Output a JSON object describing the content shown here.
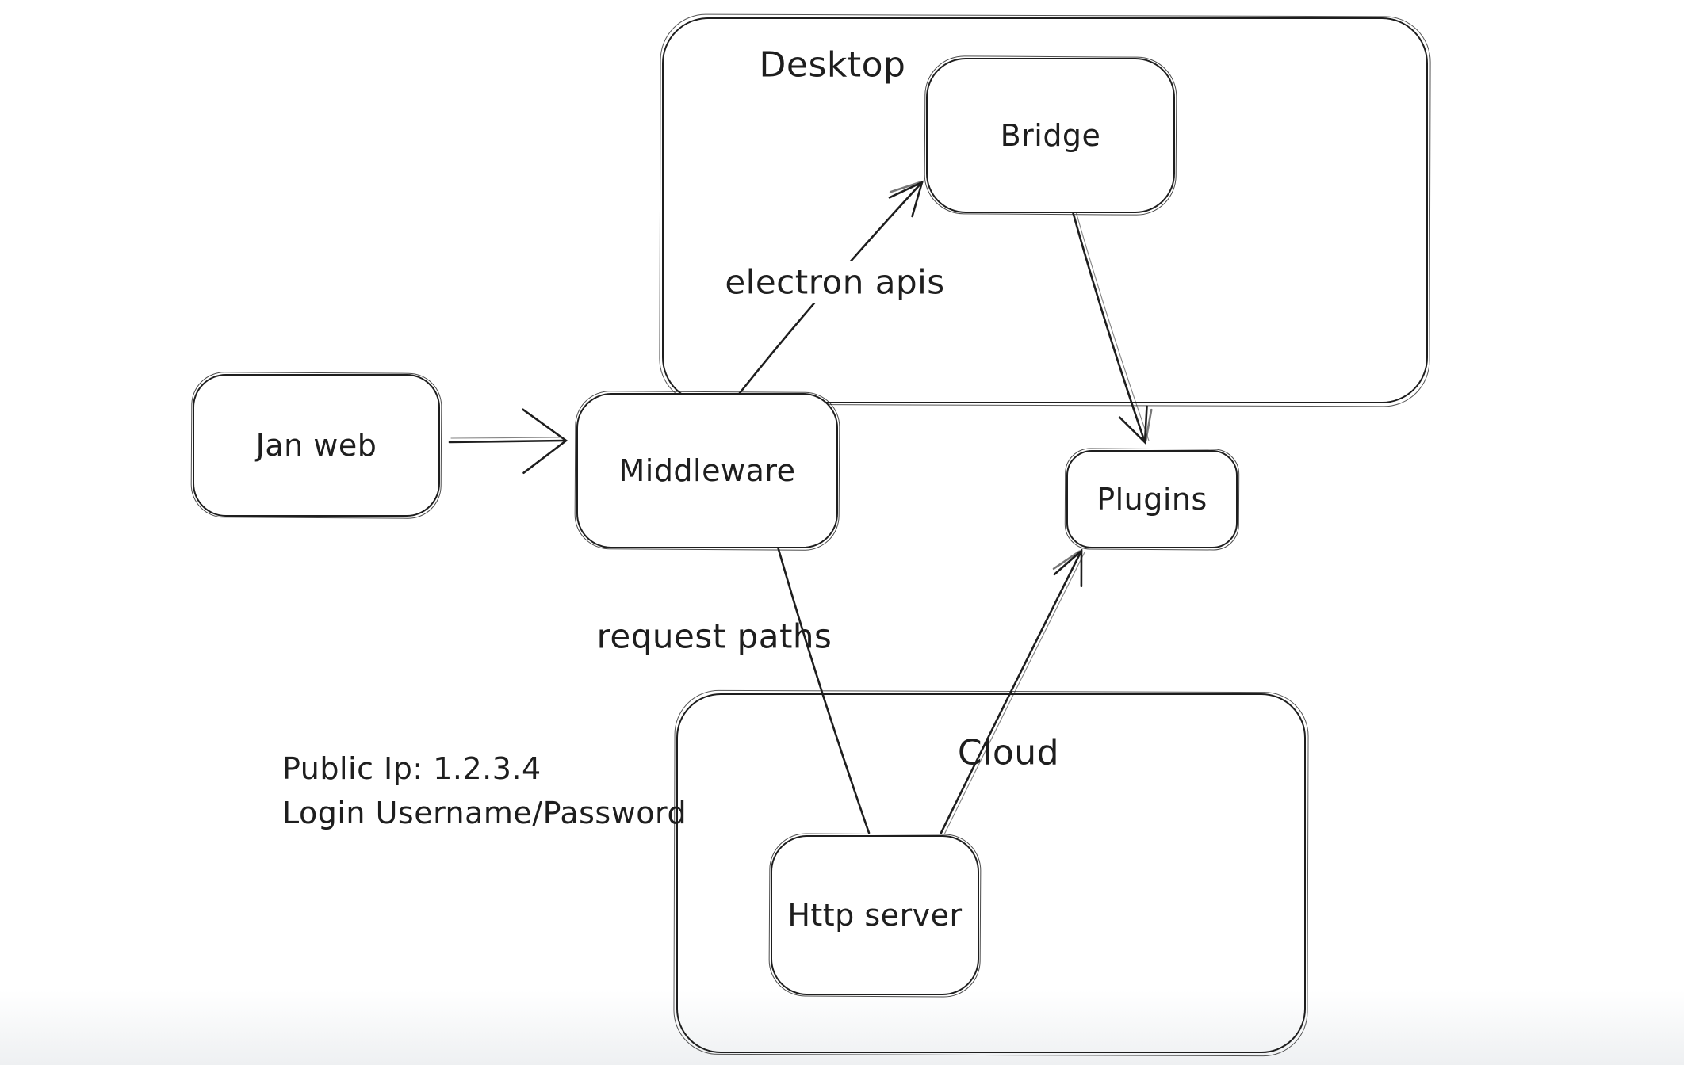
{
  "diagram": {
    "background_color": "#ffffff",
    "stroke_color": "#1e1e1e",
    "bottom_fade_color": "#eef0f2"
  },
  "containers": [
    {
      "id": "desktop",
      "label": "Desktop"
    },
    {
      "id": "cloud",
      "label": "Cloud"
    }
  ],
  "nodes": [
    {
      "id": "jan-web",
      "label": "Jan web"
    },
    {
      "id": "middleware",
      "label": "Middleware"
    },
    {
      "id": "bridge",
      "label": "Bridge"
    },
    {
      "id": "plugins",
      "label": "Plugins"
    },
    {
      "id": "http-server",
      "label": "Http server"
    }
  ],
  "edges": [
    {
      "id": "jan-web-to-middleware",
      "from": "jan-web",
      "to": "middleware",
      "label": ""
    },
    {
      "id": "middleware-to-bridge",
      "from": "middleware",
      "to": "bridge",
      "label": "electron apis"
    },
    {
      "id": "bridge-to-plugins",
      "from": "bridge",
      "to": "plugins",
      "label": ""
    },
    {
      "id": "middleware-to-http-server",
      "from": "middleware",
      "to": "http-server",
      "label": "request paths"
    },
    {
      "id": "http-server-to-plugins",
      "from": "http-server",
      "to": "plugins",
      "label": ""
    }
  ],
  "notes": {
    "line1": "Public Ip: 1.2.3.4",
    "line2": "Login Username/Password"
  }
}
